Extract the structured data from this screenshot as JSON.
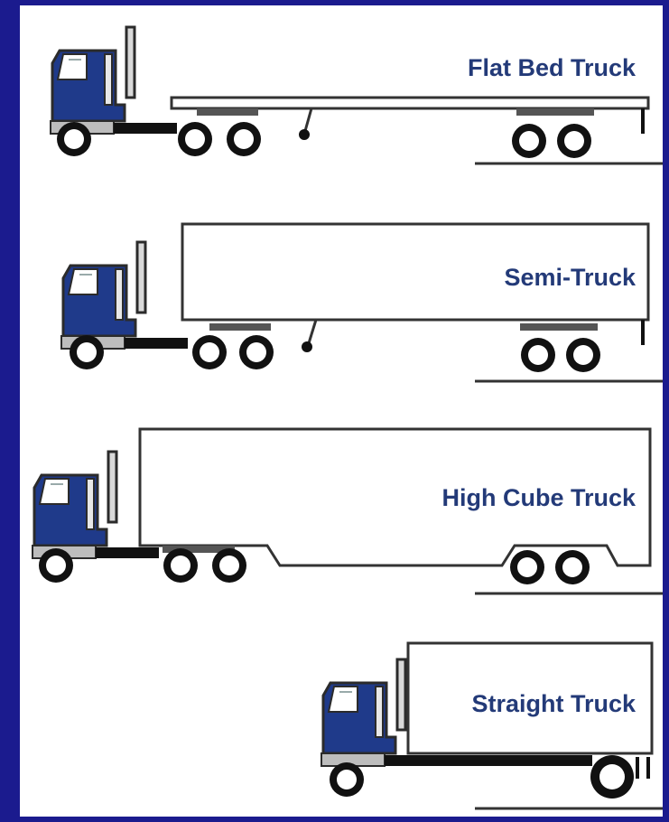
{
  "colors": {
    "background": "#1b1b8e",
    "cab_blue": "#1f3a8a",
    "label_text": "#233a78",
    "outline": "#2b2b2b"
  },
  "trucks": [
    {
      "label": "Flat Bed Truck",
      "icon": "flat-bed-truck"
    },
    {
      "label": "Semi-Truck",
      "icon": "semi-truck"
    },
    {
      "label": "High Cube Truck",
      "icon": "high-cube-truck"
    },
    {
      "label": "Straight Truck",
      "icon": "straight-truck"
    }
  ]
}
